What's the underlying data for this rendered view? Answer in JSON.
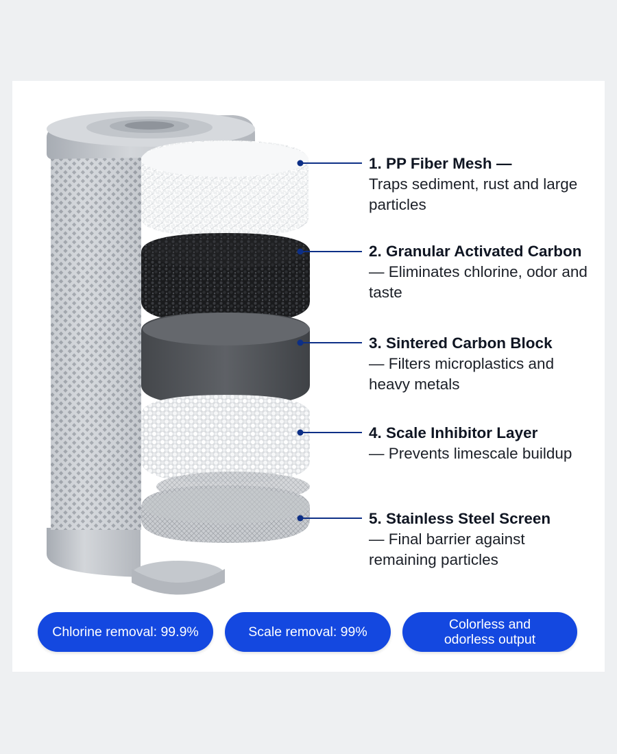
{
  "layers": [
    {
      "number": "1.",
      "name": "PP Fiber Mesh",
      "description": "Traps sediment, rust and large particles"
    },
    {
      "number": "2.",
      "name": "Granular Activated Carbon",
      "description": "Eliminates chlorine, odor and taste"
    },
    {
      "number": "3.",
      "name": "Sintered Carbon Block",
      "description": "Filters microplastics and heavy metals"
    },
    {
      "number": "4.",
      "name": "Scale Inhibitor Layer",
      "description": "Prevents limescale buildup"
    },
    {
      "number": "5.",
      "name": "Stainless Steel Screen",
      "description": "Final barrier against remaining particles"
    }
  ],
  "separator": "—",
  "badges": [
    {
      "text": "Chlorine removal: 99.9%"
    },
    {
      "text": "Scale removal: 99%"
    },
    {
      "text": "Colorless and odorless output"
    }
  ],
  "colors": {
    "accent": "#1448e0",
    "leader_line": "#0d2f86",
    "housing": "#c9cdd3",
    "pp_fiber": "#f2f3f4",
    "granular_carbon": "#1e1f21",
    "carbon_block": "#55585c",
    "scale_beads": "#eceef0",
    "steel_screen": "#b7bbc0"
  }
}
